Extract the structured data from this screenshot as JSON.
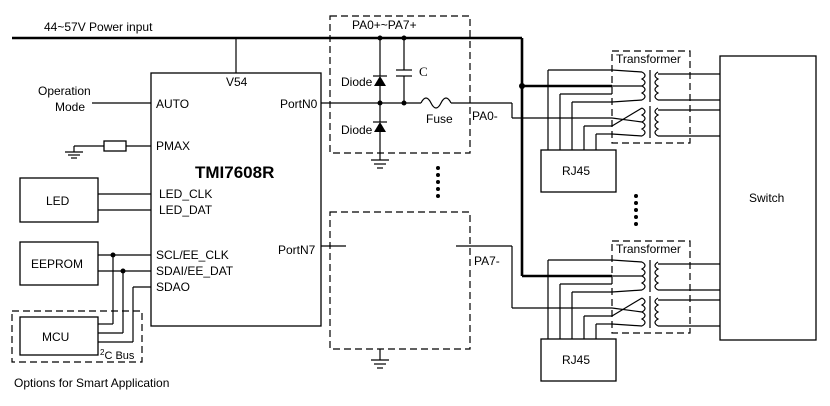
{
  "power": {
    "label": "44~57V Power input"
  },
  "chip": {
    "name": "TMI7608R",
    "pins": {
      "v54": "V54",
      "auto": "AUTO",
      "pmax": "PMAX",
      "led_clk": "LED_CLK",
      "led_dat": "LED_DAT",
      "scl": "SCL/EE_CLK",
      "sdai": "SDAI/EE_DAT",
      "sdao": "SDAO",
      "port_n0": "PortN0",
      "port_n7": "PortN7"
    }
  },
  "operation_mode": {
    "line1": "Operation",
    "line2": "Mode"
  },
  "blocks": {
    "led": "LED",
    "eeprom": "EEPROM",
    "mcu": "MCU",
    "switch": "Switch",
    "rj45_top": "RJ45",
    "rj45_bottom": "RJ45",
    "transformer_top": "Transformer",
    "transformer_bottom": "Transformer"
  },
  "i2c": {
    "sup": "2",
    "text": "C Bus"
  },
  "options_caption": "Options for Smart Application",
  "protection": {
    "title": "PA0+~PA7+",
    "diode_top": "Diode",
    "diode_bottom": "Diode",
    "cap": "C",
    "fuse": "Fuse",
    "pa0": "PA0-",
    "pa7": "PA7-"
  }
}
